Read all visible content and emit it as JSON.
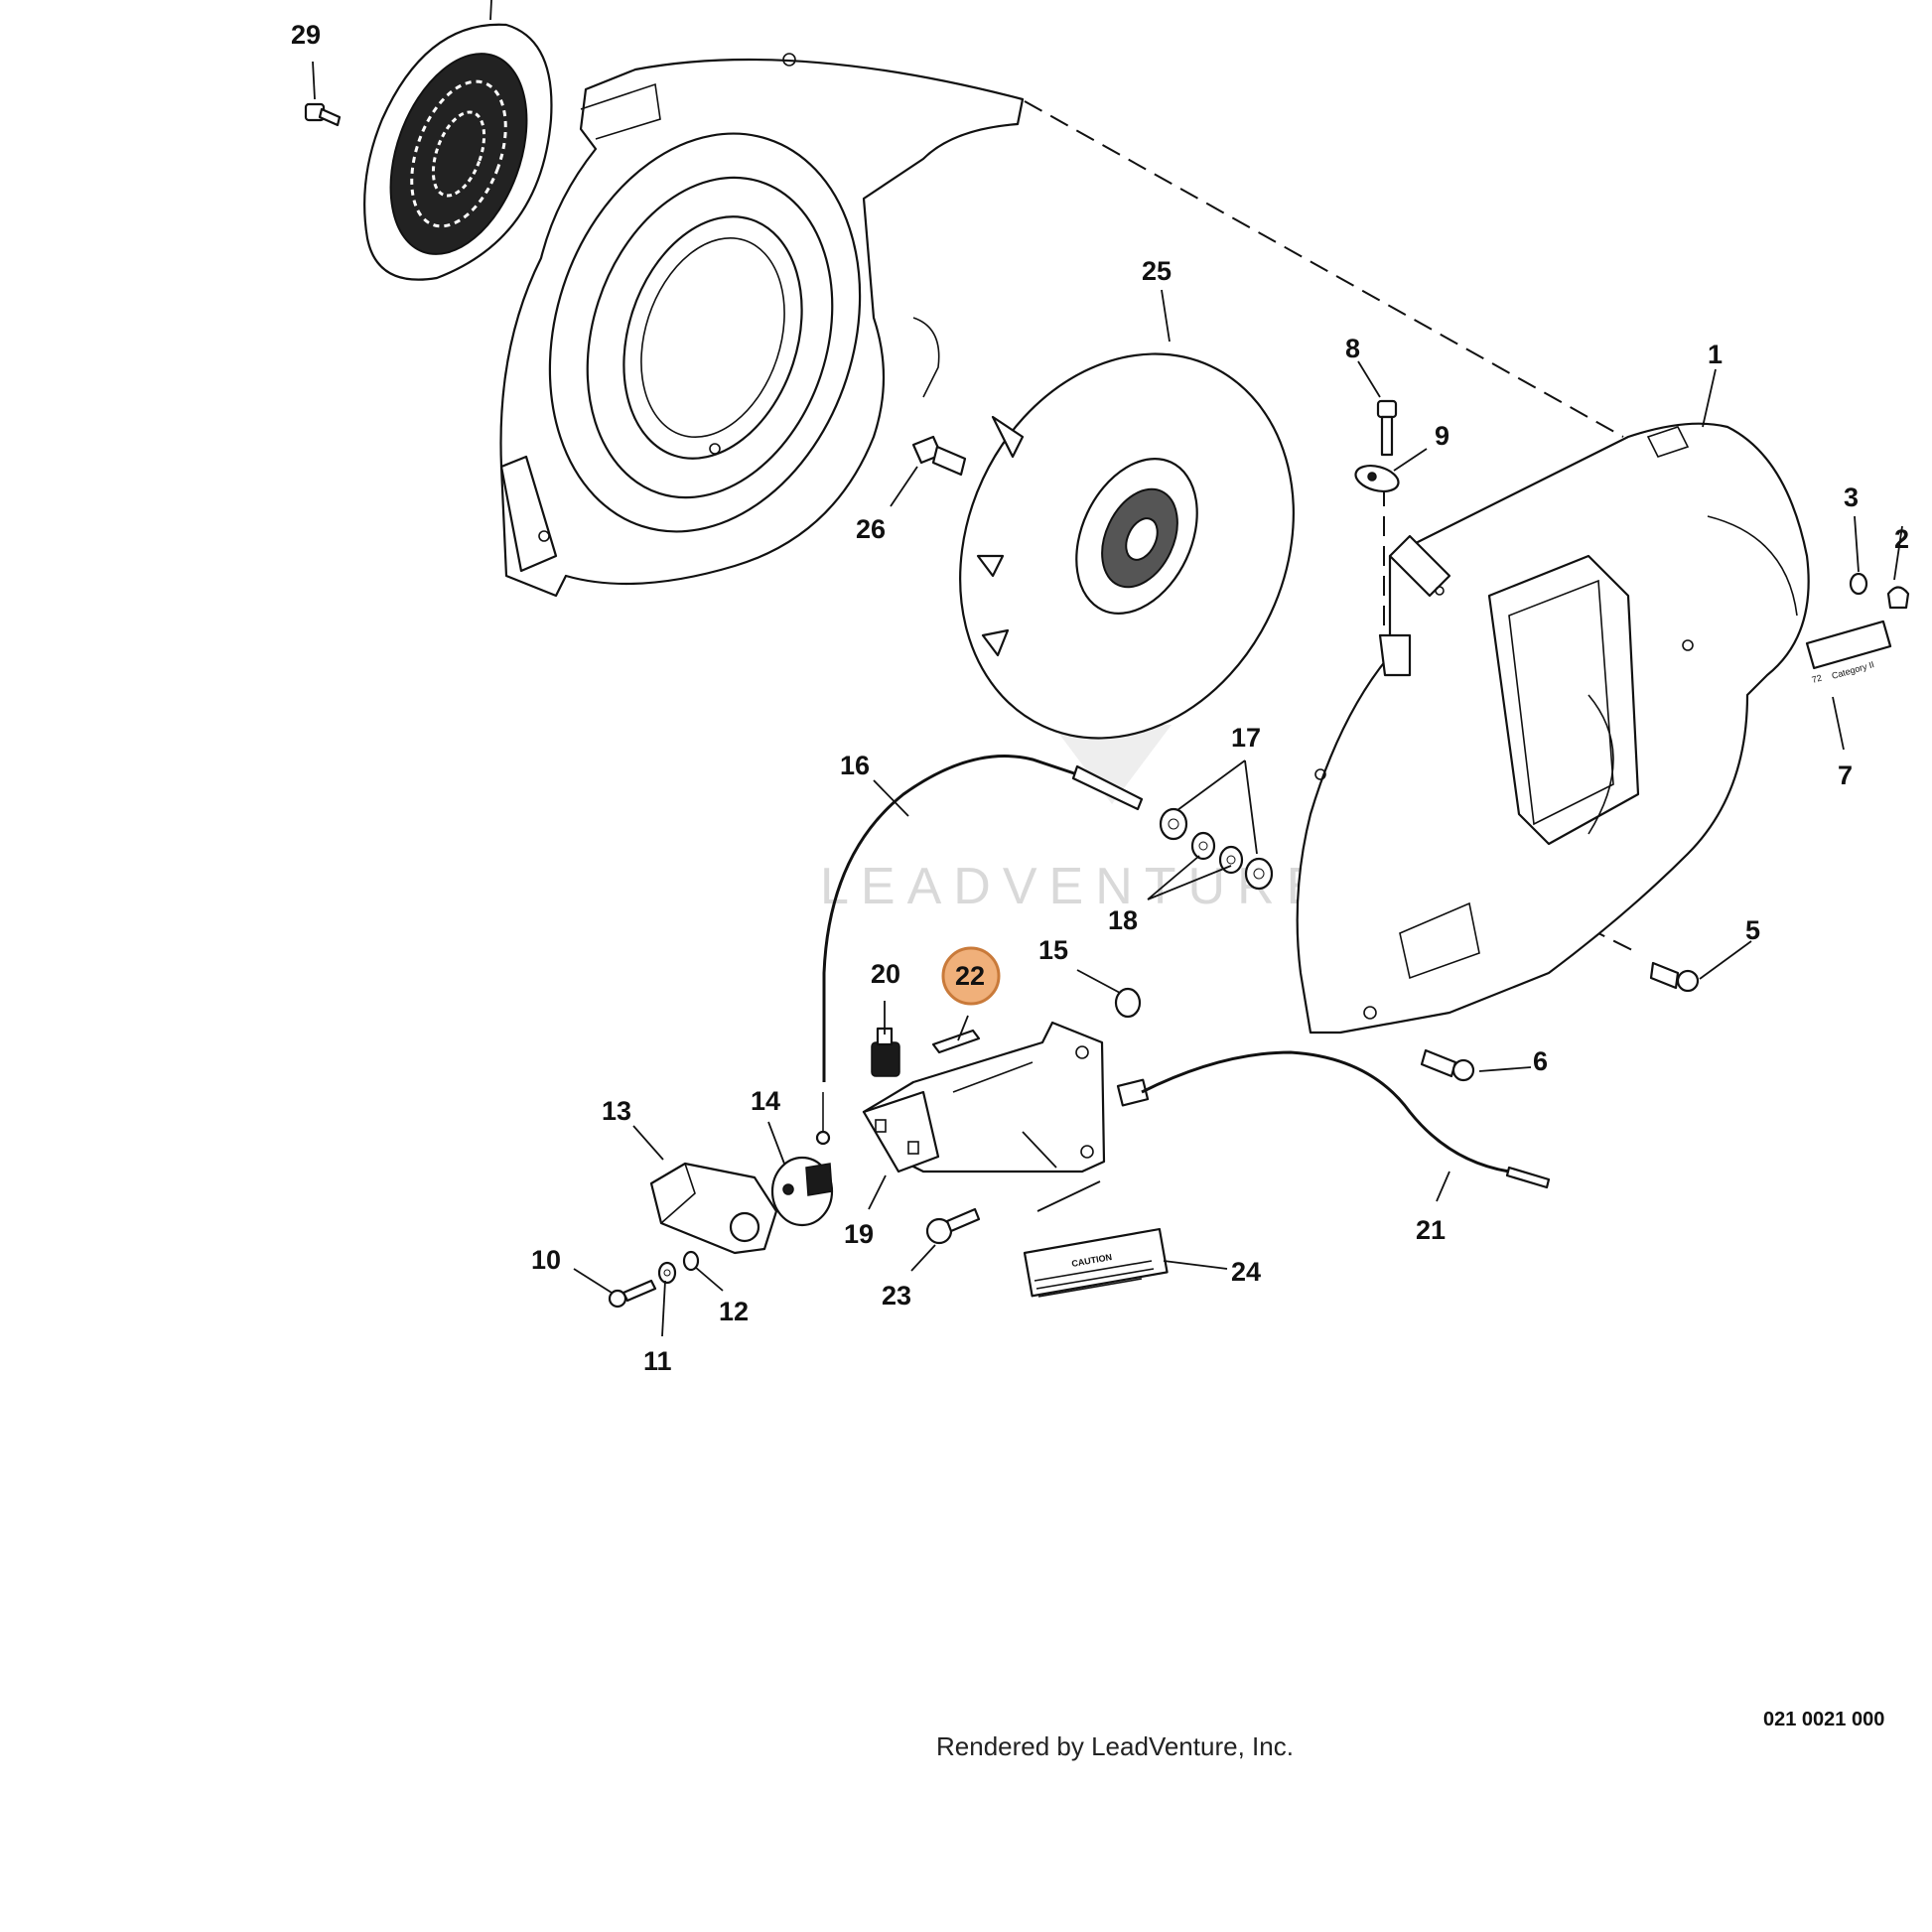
{
  "diagram": {
    "highlight_color": "#f0b07a",
    "highlight_stroke": "#c97a3a",
    "callouts": [
      {
        "id": "c1",
        "label": "1"
      },
      {
        "id": "c2",
        "label": "2"
      },
      {
        "id": "c3",
        "label": "3"
      },
      {
        "id": "c5",
        "label": "5"
      },
      {
        "id": "c6",
        "label": "6"
      },
      {
        "id": "c7",
        "label": "7"
      },
      {
        "id": "c8",
        "label": "8"
      },
      {
        "id": "c9",
        "label": "9"
      },
      {
        "id": "c10",
        "label": "10"
      },
      {
        "id": "c11",
        "label": "11"
      },
      {
        "id": "c12",
        "label": "12"
      },
      {
        "id": "c13",
        "label": "13"
      },
      {
        "id": "c14",
        "label": "14"
      },
      {
        "id": "c15",
        "label": "15"
      },
      {
        "id": "c16",
        "label": "16"
      },
      {
        "id": "c17",
        "label": "17"
      },
      {
        "id": "c18",
        "label": "18"
      },
      {
        "id": "c19",
        "label": "19"
      },
      {
        "id": "c20",
        "label": "20"
      },
      {
        "id": "c21",
        "label": "21"
      },
      {
        "id": "c22",
        "label": "22",
        "highlighted": true
      },
      {
        "id": "c23",
        "label": "23"
      },
      {
        "id": "c24",
        "label": "24"
      },
      {
        "id": "c25",
        "label": "25"
      },
      {
        "id": "c26",
        "label": "26"
      },
      {
        "id": "c29",
        "label": "29"
      }
    ],
    "decal_7_text": "72",
    "decal_7_subtext": "Category II",
    "decal_24_title": "CAUTION",
    "reference_code": "021 0021 000",
    "credit": "Rendered by LeadVenture, Inc.",
    "watermark": "LEADVENTURE"
  }
}
